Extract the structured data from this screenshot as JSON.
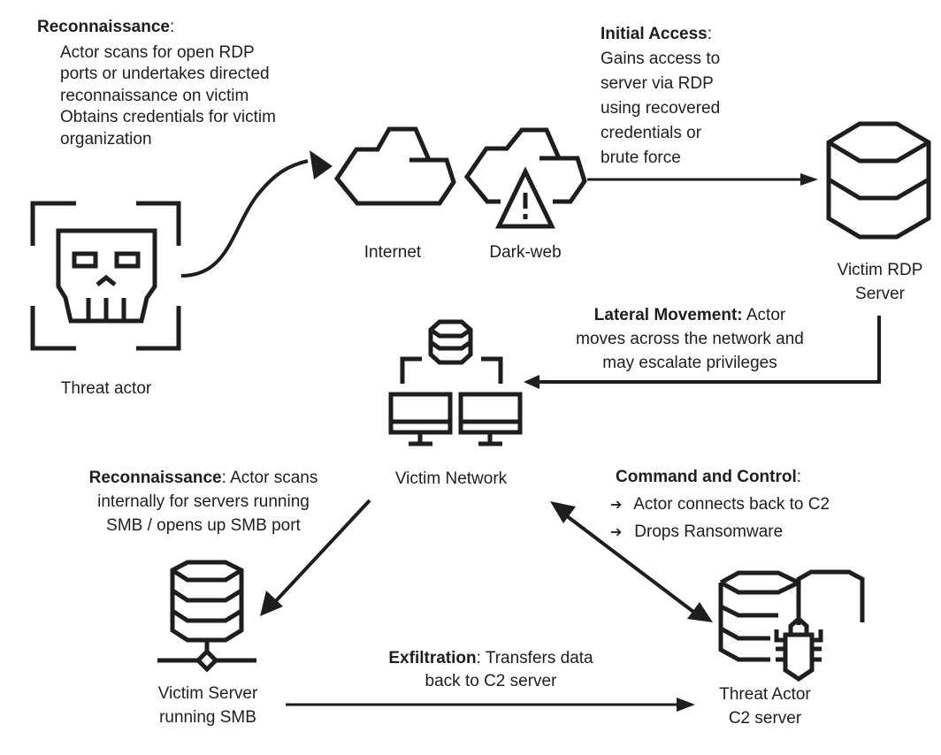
{
  "nodes": {
    "threat_actor": {
      "label": "Threat actor",
      "icon": "skull-icon"
    },
    "internet": {
      "label": "Internet",
      "icon": "cloud-icon"
    },
    "dark_web": {
      "label": "Dark-web",
      "icon": "cloud-warning-icon"
    },
    "victim_rdp_server": {
      "label_line1": "Victim RDP",
      "label_line2": "Server",
      "icon": "database-server-icon"
    },
    "victim_network": {
      "label": "Victim Network",
      "icon": "network-computers-icon"
    },
    "victim_smb_server": {
      "label_line1": "Victim Server",
      "label_line2": "running SMB",
      "icon": "database-network-icon"
    },
    "c2_server": {
      "label_line1": "Threat Actor",
      "label_line2": "C2 server",
      "icon": "database-bug-icon"
    }
  },
  "annotations": {
    "recon_external": {
      "title": "Reconnaissance",
      "suffix": ":",
      "lines": [
        "Actor scans for open RDP",
        "ports or undertakes directed",
        "reconnaissance on victim",
        "Obtains credentials for victim",
        "organization"
      ]
    },
    "initial_access": {
      "title": "Initial Access",
      "suffix": ":",
      "lines": [
        "Gains access to",
        "server via RDP",
        "using recovered",
        "credentials or",
        "brute force"
      ]
    },
    "lateral_movement": {
      "title": "Lateral Movement:",
      "first_line_rest": " Actor",
      "lines": [
        "moves across the network and",
        "may escalate privileges"
      ]
    },
    "recon_internal": {
      "title": "Reconnaissance",
      "first_line_rest": ": Actor scans",
      "lines": [
        "internally for servers running",
        "SMB / opens up SMB port"
      ]
    },
    "command_control": {
      "title": "Command and Control",
      "suffix": ":",
      "bullets": [
        {
          "icon": "arrow-right-icon",
          "glyph": "➔",
          "text": "Actor connects back to C2"
        },
        {
          "icon": "arrow-right-icon",
          "glyph": "➔",
          "text": "Drops Ransomware"
        }
      ]
    },
    "exfiltration": {
      "title": "Exfiltration",
      "first_line_rest": ": Transfers data",
      "lines": [
        "back to C2 server"
      ]
    }
  }
}
